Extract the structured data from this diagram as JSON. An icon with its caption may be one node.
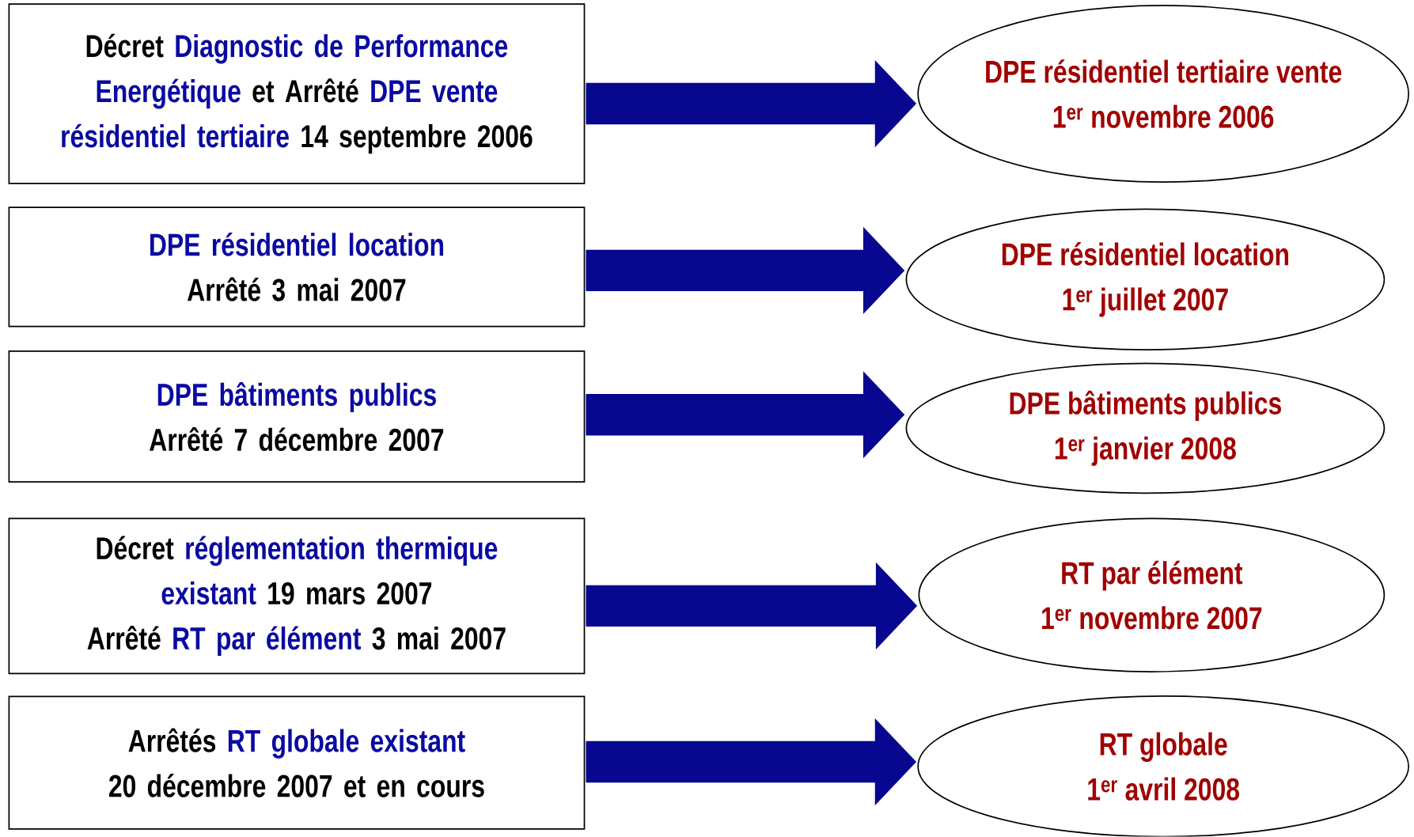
{
  "diagram": {
    "nodes": [
      {
        "text": [
          "Décret",
          "Diagnostic de Performance",
          "Energétique",
          "et Arrêté",
          "DPE vente",
          "résidentiel tertiaire",
          "14 septembre 2006"
        ]
      },
      {
        "text": [
          "DPE résidentiel location",
          "Arrêté 3 mai 2007"
        ]
      },
      {
        "text": [
          "DPE bâtiments publics",
          "Arrêté 7 décembre 2007"
        ]
      },
      {
        "text": [
          "Décret",
          "réglementation thermique existant",
          "19 mars 2007",
          "Arrêté",
          "RT par élément",
          "3 mai 2007"
        ]
      },
      {
        "text": [
          "Arrêtés",
          "RT globale existant",
          "20 décembre 2007 et en cours"
        ]
      },
      {
        "text": [
          "DPE résidentiel tertiaire vente",
          "1$^{er}$ novembre 2006"
        ]
      },
      {
        "text": [
          "DPE résidentiel location",
          "1$^{er}$ juillet 2007"
        ]
      },
      {
        "text": [
          "DPE bâtiments publics",
          "1$^{er}$ janvier 2008"
        ]
      },
      {
        "text": [
          "RT par élément",
          "1$^{er}$ novembre 2007"
        ]
      },
      {
        "text": [
          "RT globale",
          "1$^{er}$ avril 2008"
        ]
      }
    ],
    "edges": [
      {
        "from": 0,
        "to": 5,
        "arrow": "to"
      },
      {
        "from": 1,
        "to": 6,
        "arrow": "to"
      },
      {
        "from": 2,
        "to": 7,
        "arrow": "to"
      },
      {
        "from": 3,
        "to": 8,
        "arrow": "to"
      },
      {
        "from": 4,
        "to": 9,
        "arrow": "to"
      }
    ]
  }
}
